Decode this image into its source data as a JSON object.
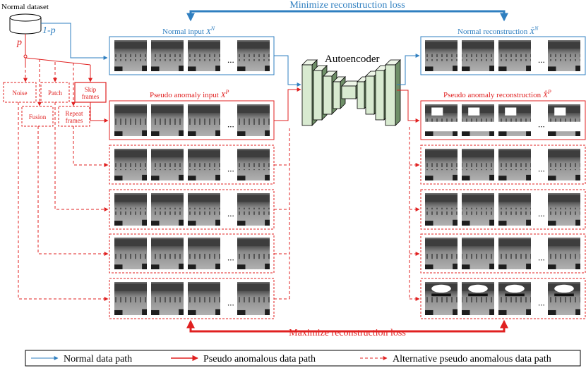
{
  "dataset": {
    "label": "Normal dataset",
    "prob_normal": "1-p",
    "prob_pseudo": "p"
  },
  "augmentations": [
    "Noise",
    "Patch",
    "Skip frames",
    "Fusion",
    "Repeat frames"
  ],
  "titles": {
    "minimize": "Minimize reconstruction loss",
    "maximize": "Maximize reconstruction loss",
    "autoencoder": "Autoencoder",
    "normal_input": "Normal input",
    "normal_input_sym": "X",
    "normal_input_sup": "N",
    "normal_recon": "Normal reconstruction",
    "normal_recon_sym": "X̂",
    "normal_recon_sup": "N",
    "pseudo_input": "Pseudo anomaly input",
    "pseudo_input_sym": "X",
    "pseudo_input_sup": "P",
    "pseudo_recon": "Pseudo anomaly reconstruction",
    "pseudo_recon_sym": "X̂",
    "pseudo_recon_sup": "P"
  },
  "ellipsis": "...",
  "legend": {
    "normal": "Normal data path",
    "pseudo": "Pseudo anomalous data path",
    "alternative": "Alternative pseudo anomalous data path"
  },
  "colors": {
    "normal": "#2f7fc0",
    "pseudo": "#e02020",
    "ae_fill": "#d8ead0"
  }
}
